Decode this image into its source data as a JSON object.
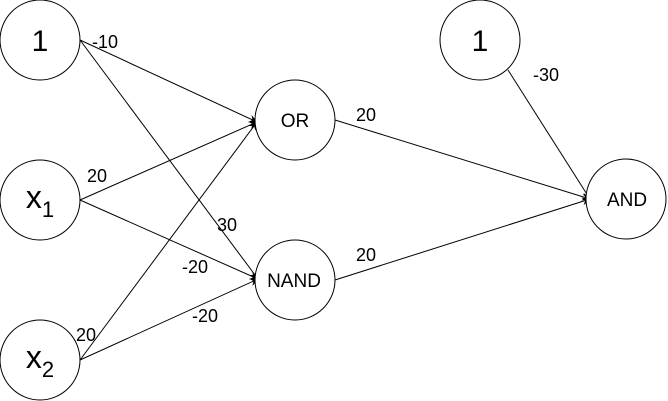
{
  "nodes": {
    "bias_input": {
      "label": "1"
    },
    "x1": {
      "label": "x",
      "subscript": "1"
    },
    "x2": {
      "label": "x",
      "subscript": "2"
    },
    "or_gate": {
      "label": "OR"
    },
    "nand_gate": {
      "label": "NAND"
    },
    "bias_output": {
      "label": "1"
    },
    "and_gate": {
      "label": "AND"
    }
  },
  "weights": {
    "bias_to_or": "-10",
    "bias_to_nand": "30",
    "x1_to_or": "20",
    "x1_to_nand": "-20",
    "x2_to_or": "20",
    "x2_to_nand": "-20",
    "or_to_and": "20",
    "nand_to_and": "20",
    "bias2_to_and": "-30"
  }
}
